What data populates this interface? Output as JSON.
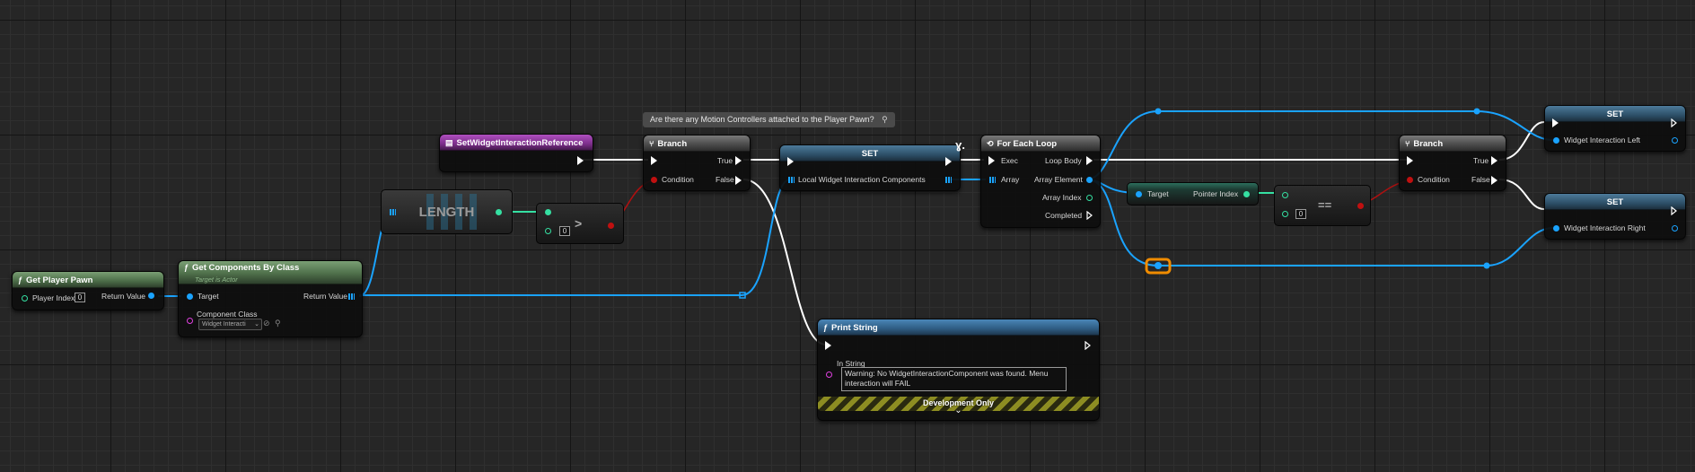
{
  "graph": {
    "comment": "Are there any Motion Controllers attached to the Player Pawn?",
    "nodes": {
      "get_player_pawn": {
        "title": "Get Player Pawn",
        "icon": "function-icon",
        "player_index_label": "Player Index",
        "player_index_value": "0",
        "return_label": "Return Value"
      },
      "get_components": {
        "title": "Get Components By Class",
        "subtitle": "Target is Actor",
        "icon": "function-icon",
        "target_label": "Target",
        "return_label": "Return Value",
        "component_class_label": "Component Class",
        "component_class_value": "Widget Interacti"
      },
      "length": {
        "title": "LENGTH"
      },
      "greater": {
        "operator": ">",
        "value": "0"
      },
      "set_widget_ref": {
        "title": "SetWidgetInteractionReference",
        "icon": "event-icon"
      },
      "branch1": {
        "title": "Branch",
        "icon": "branch-icon",
        "condition_label": "Condition",
        "true_label": "True",
        "false_label": "False"
      },
      "set1": {
        "title": "SET",
        "var_label": "Local Widget Interaction Components"
      },
      "for_each": {
        "title": "For Each Loop",
        "icon": "loop-icon",
        "exec_label": "Exec",
        "array_label": "Array",
        "loop_body_label": "Loop Body",
        "array_element_label": "Array Element",
        "array_index_label": "Array Index",
        "completed_label": "Completed"
      },
      "pointer_index": {
        "target_label": "Target",
        "pointer_label": "Pointer Index"
      },
      "equals": {
        "operator": "==",
        "value": "0"
      },
      "branch2": {
        "title": "Branch",
        "icon": "branch-icon",
        "condition_label": "Condition",
        "true_label": "True",
        "false_label": "False"
      },
      "set_left": {
        "title": "SET",
        "var_label": "Widget Interaction Left"
      },
      "set_right": {
        "title": "SET",
        "var_label": "Widget Interaction Right"
      },
      "print_string": {
        "title": "Print String",
        "icon": "function-icon",
        "in_string_label": "In String",
        "in_string_value": "Warning: No WidgetInteractionComponent was found. Menu interaction will FAIL",
        "dev_only": "Development Only",
        "expand_glyph": "⌄"
      }
    },
    "colors": {
      "exec": "#ffffff",
      "object": "#1aa3ff",
      "integer": "#35e0a2",
      "boolean": "#c01010",
      "string": "#e040e0",
      "reroute_highlight": "#f08c00"
    }
  }
}
